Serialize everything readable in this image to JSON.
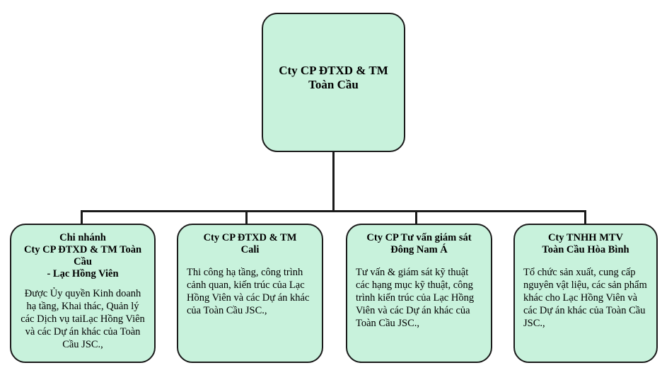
{
  "root": {
    "title": "Cty CP ĐTXD & TM\nToàn Cầu"
  },
  "children": [
    {
      "title": "Chi nhánh\nCty CP ĐTXD & TM Toàn Cầu\n- Lạc Hồng Viên",
      "desc": "Được Ủy quyền Kinh doanh hạ tầng, Khai thác, Quản lý các Dịch vụ taiLạc Hồng Viên và các Dự án khác của Toàn Cầu JSC.,"
    },
    {
      "title": "Cty CP ĐTXD & TM\nCali",
      "desc": "Thi công hạ tầng, công trình cảnh quan, kiến trúc của Lạc Hồng Viên và các Dự án khác của Toàn Cầu JSC.,"
    },
    {
      "title": "Cty CP Tư vấn giám sát\nĐông Nam Á",
      "desc": "Tư vấn & giám sát kỹ thuật các hạng mục kỹ thuật, công trình kiến trúc của Lạc Hồng Viên và các Dự án khác của  Toàn Cầu JSC.,"
    },
    {
      "title": "Cty TNHH MTV\nToàn Cầu Hòa Bình",
      "desc": "Tổ chức sản xuất, cung cấp nguyên vật liệu, các sản phẩm khác cho Lạc Hồng Viên và các Dự án khác của Toàn Cầu JSC.,"
    }
  ],
  "colors": {
    "box_fill": "#c8f2dc",
    "stroke": "#1a1a1a"
  }
}
